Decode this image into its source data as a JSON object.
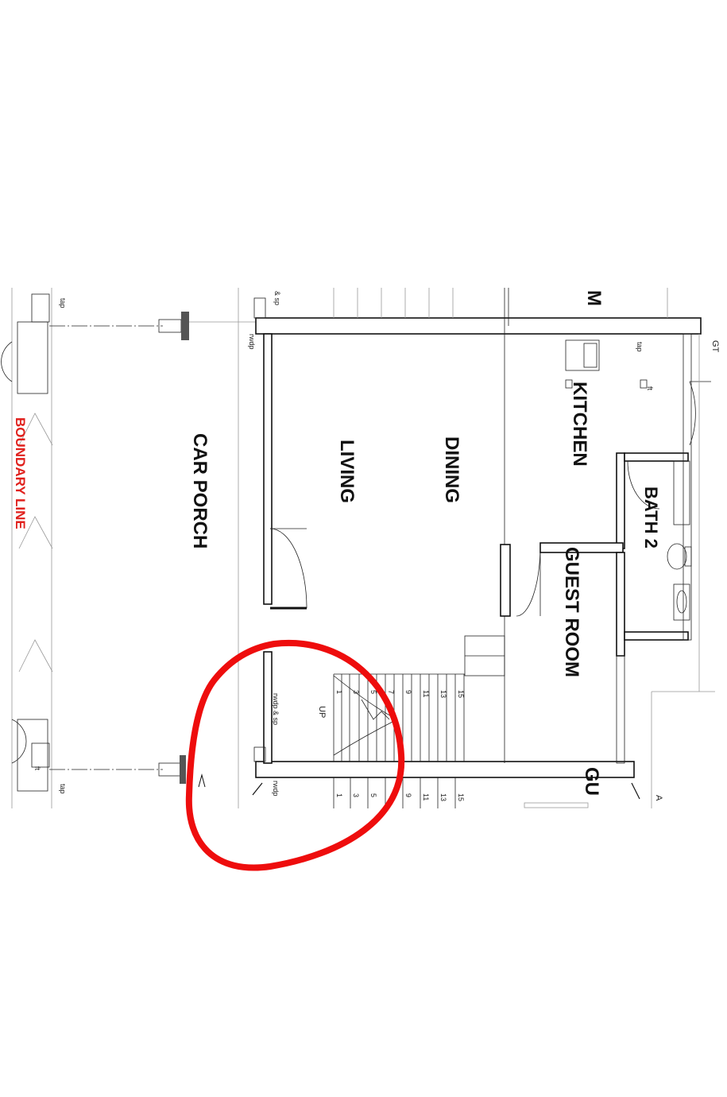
{
  "labels": {
    "boundary_line": "BOUNDARY LINE",
    "car_porch": "CAR PORCH",
    "living": "LIVING",
    "dining": "DINING",
    "kitchen": "KITCHEN",
    "bath_2": "BATH 2",
    "guest_room": "GUEST ROOM",
    "gu_partial": "GU",
    "m_partial": "M",
    "a_partial": "A",
    "gt": "GT",
    "up": "UP"
  },
  "annotations": {
    "tap": "tap",
    "ft": "ft",
    "rwdp": "rwdp",
    "rwdp_sp": "rwdp & sp",
    "sp_partial": "& sp"
  },
  "stair_numbers": [
    "1",
    "3",
    "5",
    "7",
    "9",
    "11",
    "13",
    "15"
  ],
  "colors": {
    "boundary": "#e0201c",
    "markup_circle": "#ee0d0d",
    "lines": "#111111"
  }
}
